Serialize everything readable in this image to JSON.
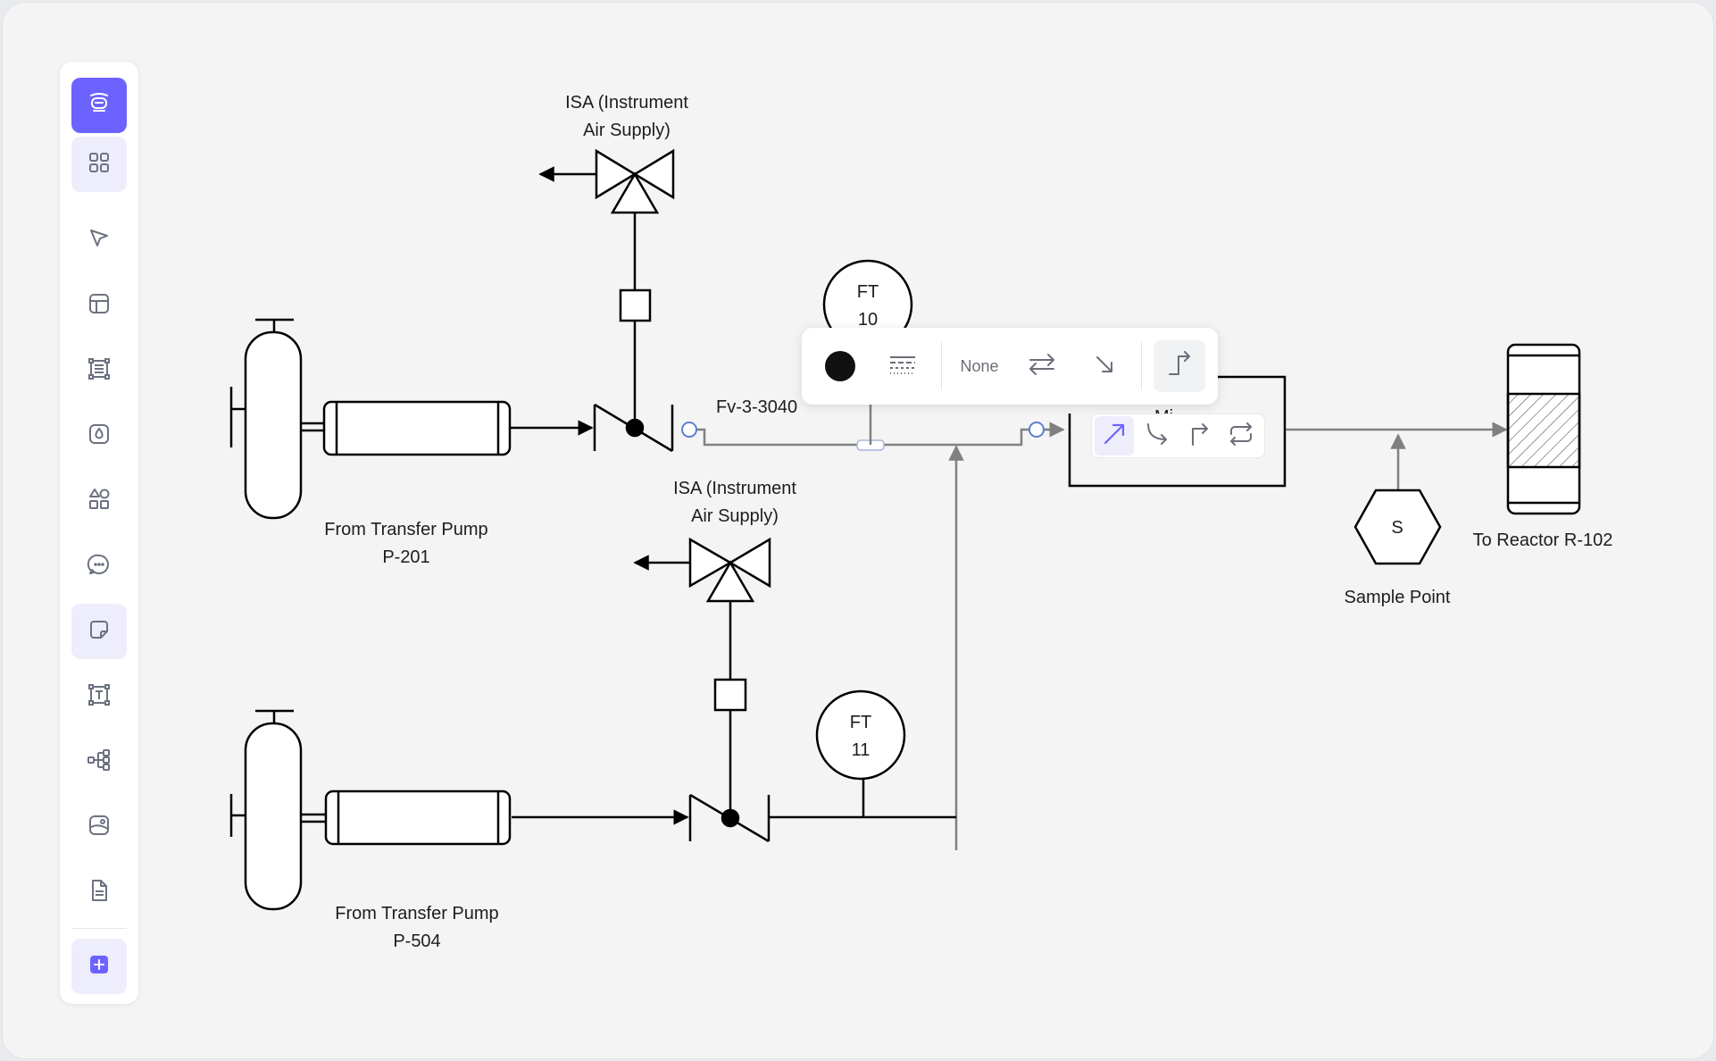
{
  "sidebar": {
    "items": [
      {
        "icon": "robot-icon"
      },
      {
        "icon": "grid-icon"
      },
      {
        "icon": "pointer-icon"
      },
      {
        "icon": "layout-icon"
      },
      {
        "icon": "frame-list-icon"
      },
      {
        "icon": "drop-icon"
      },
      {
        "icon": "shapes-icon"
      },
      {
        "icon": "comment-icon"
      },
      {
        "icon": "sticky-note-icon"
      },
      {
        "icon": "text-frame-icon"
      },
      {
        "icon": "mindmap-icon"
      },
      {
        "icon": "media-icon"
      },
      {
        "icon": "document-icon"
      },
      {
        "icon": "plus-icon"
      }
    ],
    "accent": "#6c63ff"
  },
  "diagram": {
    "isa_top": [
      "ISA (Instrument",
      "Air Supply)"
    ],
    "isa_bottom": [
      "ISA (Instrument",
      "Air Supply)"
    ],
    "ft_top": [
      "FT",
      "10"
    ],
    "ft_bottom": [
      "FT",
      "11"
    ],
    "valve_tag": "Fv-3-3040",
    "pump1": [
      "From Transfer Pump",
      "P-201"
    ],
    "pump2": [
      "From Transfer Pump",
      "P-504"
    ],
    "sample": {
      "symbol": "S",
      "label": "Sample Point"
    },
    "reactor": "To Reactor R-102"
  },
  "toolbar": {
    "color": "#111111",
    "line_style_icon": "line-style-icon",
    "arrowhead_label": "None",
    "swap_icon": "swap-arrows-icon",
    "arrow_end_icon": "arrow-down-right-icon",
    "connector_icon": "elbow-connector-icon",
    "connector_options": [
      "straight-arrow-icon",
      "curved-connector-icon",
      "elbow-connector-icon",
      "loop-connector-icon"
    ]
  }
}
